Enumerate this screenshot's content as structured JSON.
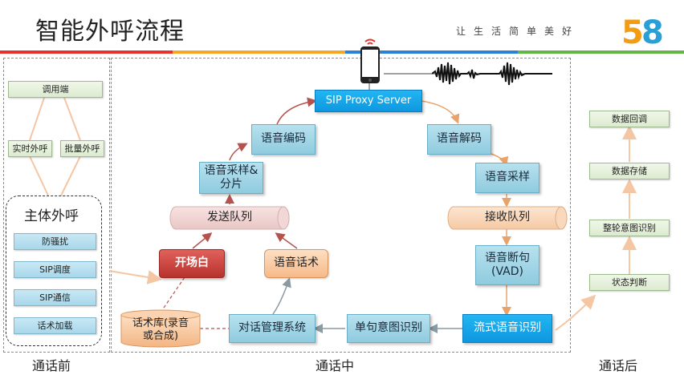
{
  "header": {
    "title": "智能外呼流程",
    "slogan": "让生活简单美好",
    "logo_text": "58"
  },
  "colors": {
    "stripe_red": "#e8312a",
    "stripe_orange": "#f6a623",
    "stripe_blue": "#2a82d6",
    "stripe_green": "#62b847",
    "box_blue": "#9fd3e6",
    "box_bright": "#139be3",
    "box_red": "#c23b35",
    "box_orange": "#f7c49a"
  },
  "before_call": {
    "caller": "调用端",
    "realtime": "实时外呼",
    "batch": "批量外呼",
    "main_title": "主体外呼",
    "items": [
      "防骚扰",
      "SIP调度",
      "SIP通信",
      "话术加载"
    ]
  },
  "during_call": {
    "sip_proxy": "SIP Proxy Server",
    "encode": "语音编码",
    "decode": "语音解码",
    "sample_split": "语音采样&\n分片",
    "sample": "语音采样",
    "send_queue": "发送队列",
    "recv_queue": "接收队列",
    "opening": "开场白",
    "script": "语音话术",
    "vad": "语音断句\n(VAD)",
    "script_lib": "话术库(录音\n或合成)",
    "dialog_mgmt": "对话管理系统",
    "intent": "单句意图识别",
    "stream_asr": "流式语音识别"
  },
  "after_call": {
    "items": [
      "数据回调",
      "数据存储",
      "整轮意图识别",
      "状态判断"
    ]
  },
  "phases": {
    "before": "通话前",
    "during": "通话中",
    "after": "通话后"
  }
}
